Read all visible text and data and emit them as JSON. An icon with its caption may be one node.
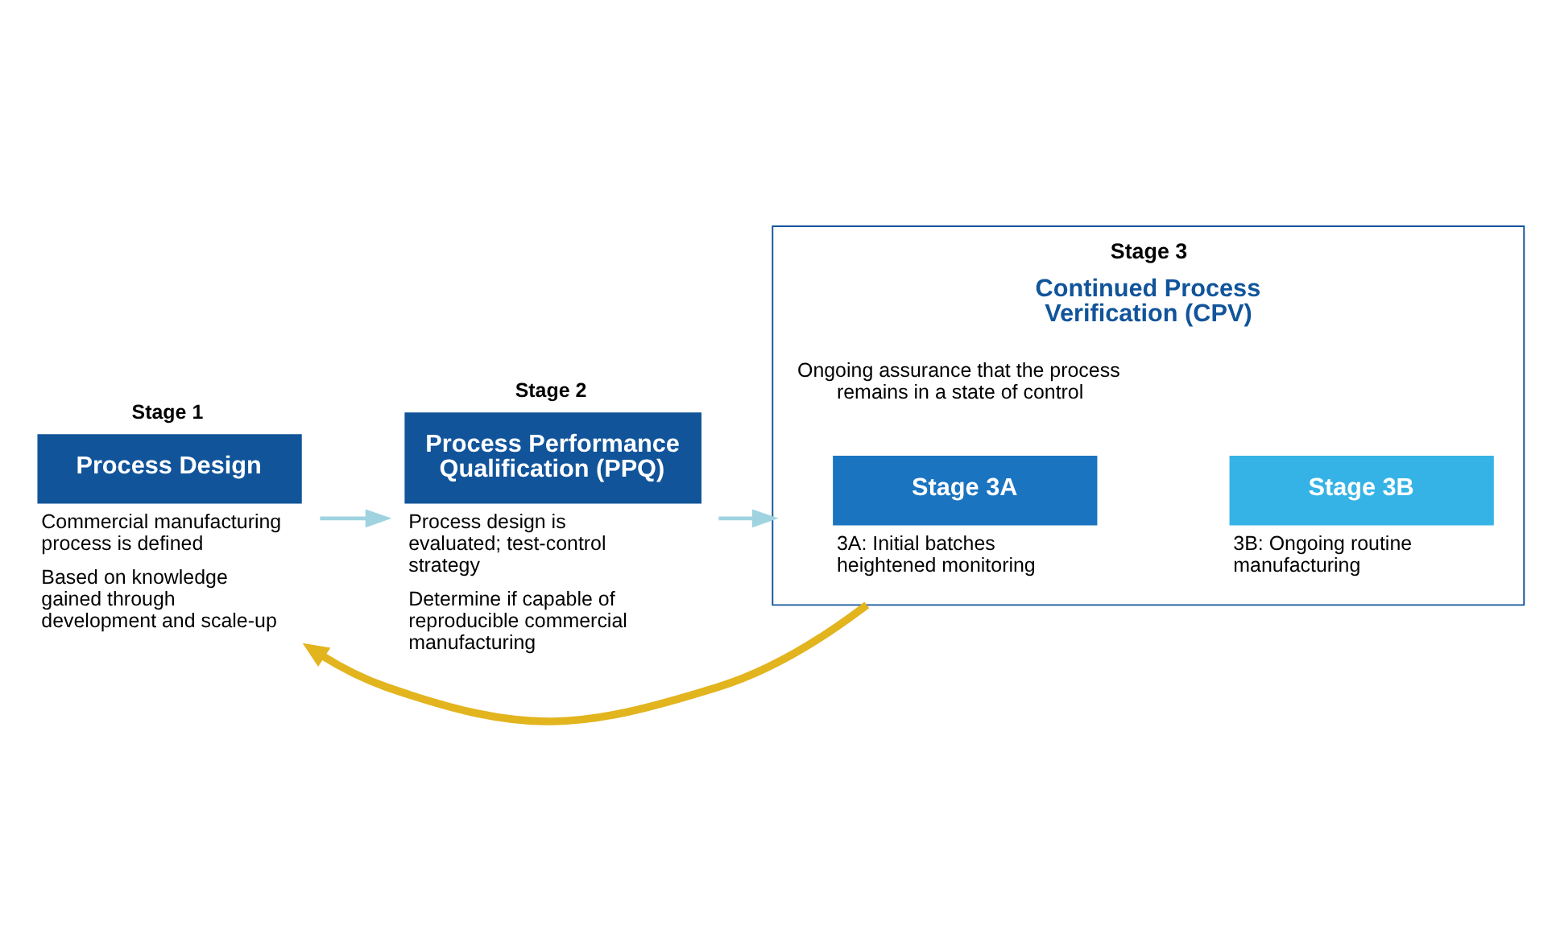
{
  "diagram": {
    "nodes": [
      {
        "text": [
          "Stage 1",
          "Process Design"
        ],
        "beside": [
          "Commercial manufacturing process is defined",
          "Based on knowledge gained through development and scale-up"
        ]
      },
      {
        "text": [
          "Stage 2",
          "Process Performance Qualification (PPQ)"
        ],
        "beside": [
          "Process design is evaluated; test-control strategy",
          "Determine if capable of reproducible commercial manufacturing"
        ]
      },
      {
        "text": [
          "Stage 3",
          "Continued Process Verification (CPV)"
        ],
        "beside": [
          "Ongoing assurance that the process remains in a state of control"
        ]
      },
      {
        "text": [
          "Stage 3A"
        ],
        "in": 2,
        "beside": [
          "3A: Initial batches heightened monitoring"
        ]
      },
      {
        "text": [
          "Stage 3B"
        ],
        "in": 2,
        "beside": [
          "3B: Ongoing routine manufacturing"
        ]
      }
    ],
    "edges": [
      {
        "from": 0,
        "to": 1,
        "arrow": "to"
      },
      {
        "from": 1,
        "to": 2,
        "arrow": "to"
      },
      {
        "from": 2,
        "to": 0,
        "arrow": "to",
        "style": "thick",
        "color": "#e2b41e"
      }
    ]
  }
}
